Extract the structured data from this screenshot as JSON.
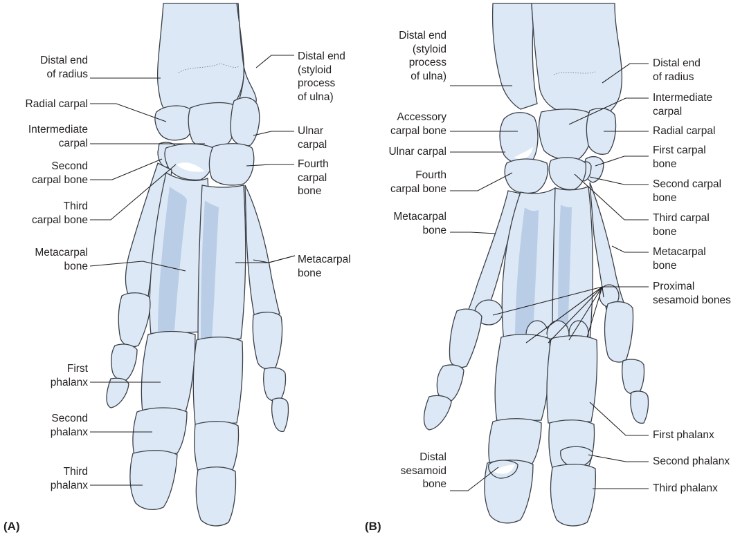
{
  "panels": {
    "a": "(A)",
    "b": "(B)"
  },
  "labels_a": {
    "distal_radius": "Distal end\nof radius",
    "distal_ulna": "Distal end\n(styloid\nprocess\nof ulna)",
    "radial_carpal": "Radial carpal",
    "intermediate_carpal": "Intermediate\ncarpal",
    "ulnar_carpal": "Ulnar\ncarpal",
    "second_carpal": "Second\ncarpal bone",
    "fourth_carpal": "Fourth\ncarpal\nbone",
    "third_carpal": "Third\ncarpal bone",
    "metacarpal_left": "Metacarpal\nbone",
    "metacarpal_right": "Metacarpal\nbone",
    "first_phalanx": "First\nphalanx",
    "second_phalanx": "Second\nphalanx",
    "third_phalanx": "Third\nphalanx"
  },
  "labels_b": {
    "distal_ulna": "Distal end\n(styloid\nprocess\nof ulna)",
    "distal_radius": "Distal end\nof radius",
    "intermediate_carpal": "Intermediate\ncarpal",
    "accessory_carpal": "Accessory\ncarpal bone",
    "radial_carpal": "Radial carpal",
    "ulnar_carpal": "Ulnar carpal",
    "first_carpal": "First carpal\nbone",
    "fourth_carpal": "Fourth\ncarpal bone",
    "second_carpal": "Second carpal\nbone",
    "metacarpal_left": "Metacarpal\nbone",
    "third_carpal": "Third carpal\nbone",
    "metacarpal_right": "Metacarpal\nbone",
    "proximal_sesamoid": "Proximal\nsesamoid bones",
    "first_phalanx": "First phalanx",
    "second_phalanx": "Second phalanx",
    "distal_sesamoid": "Distal\nsesamoid\nbone",
    "third_phalanx": "Third phalanx"
  }
}
